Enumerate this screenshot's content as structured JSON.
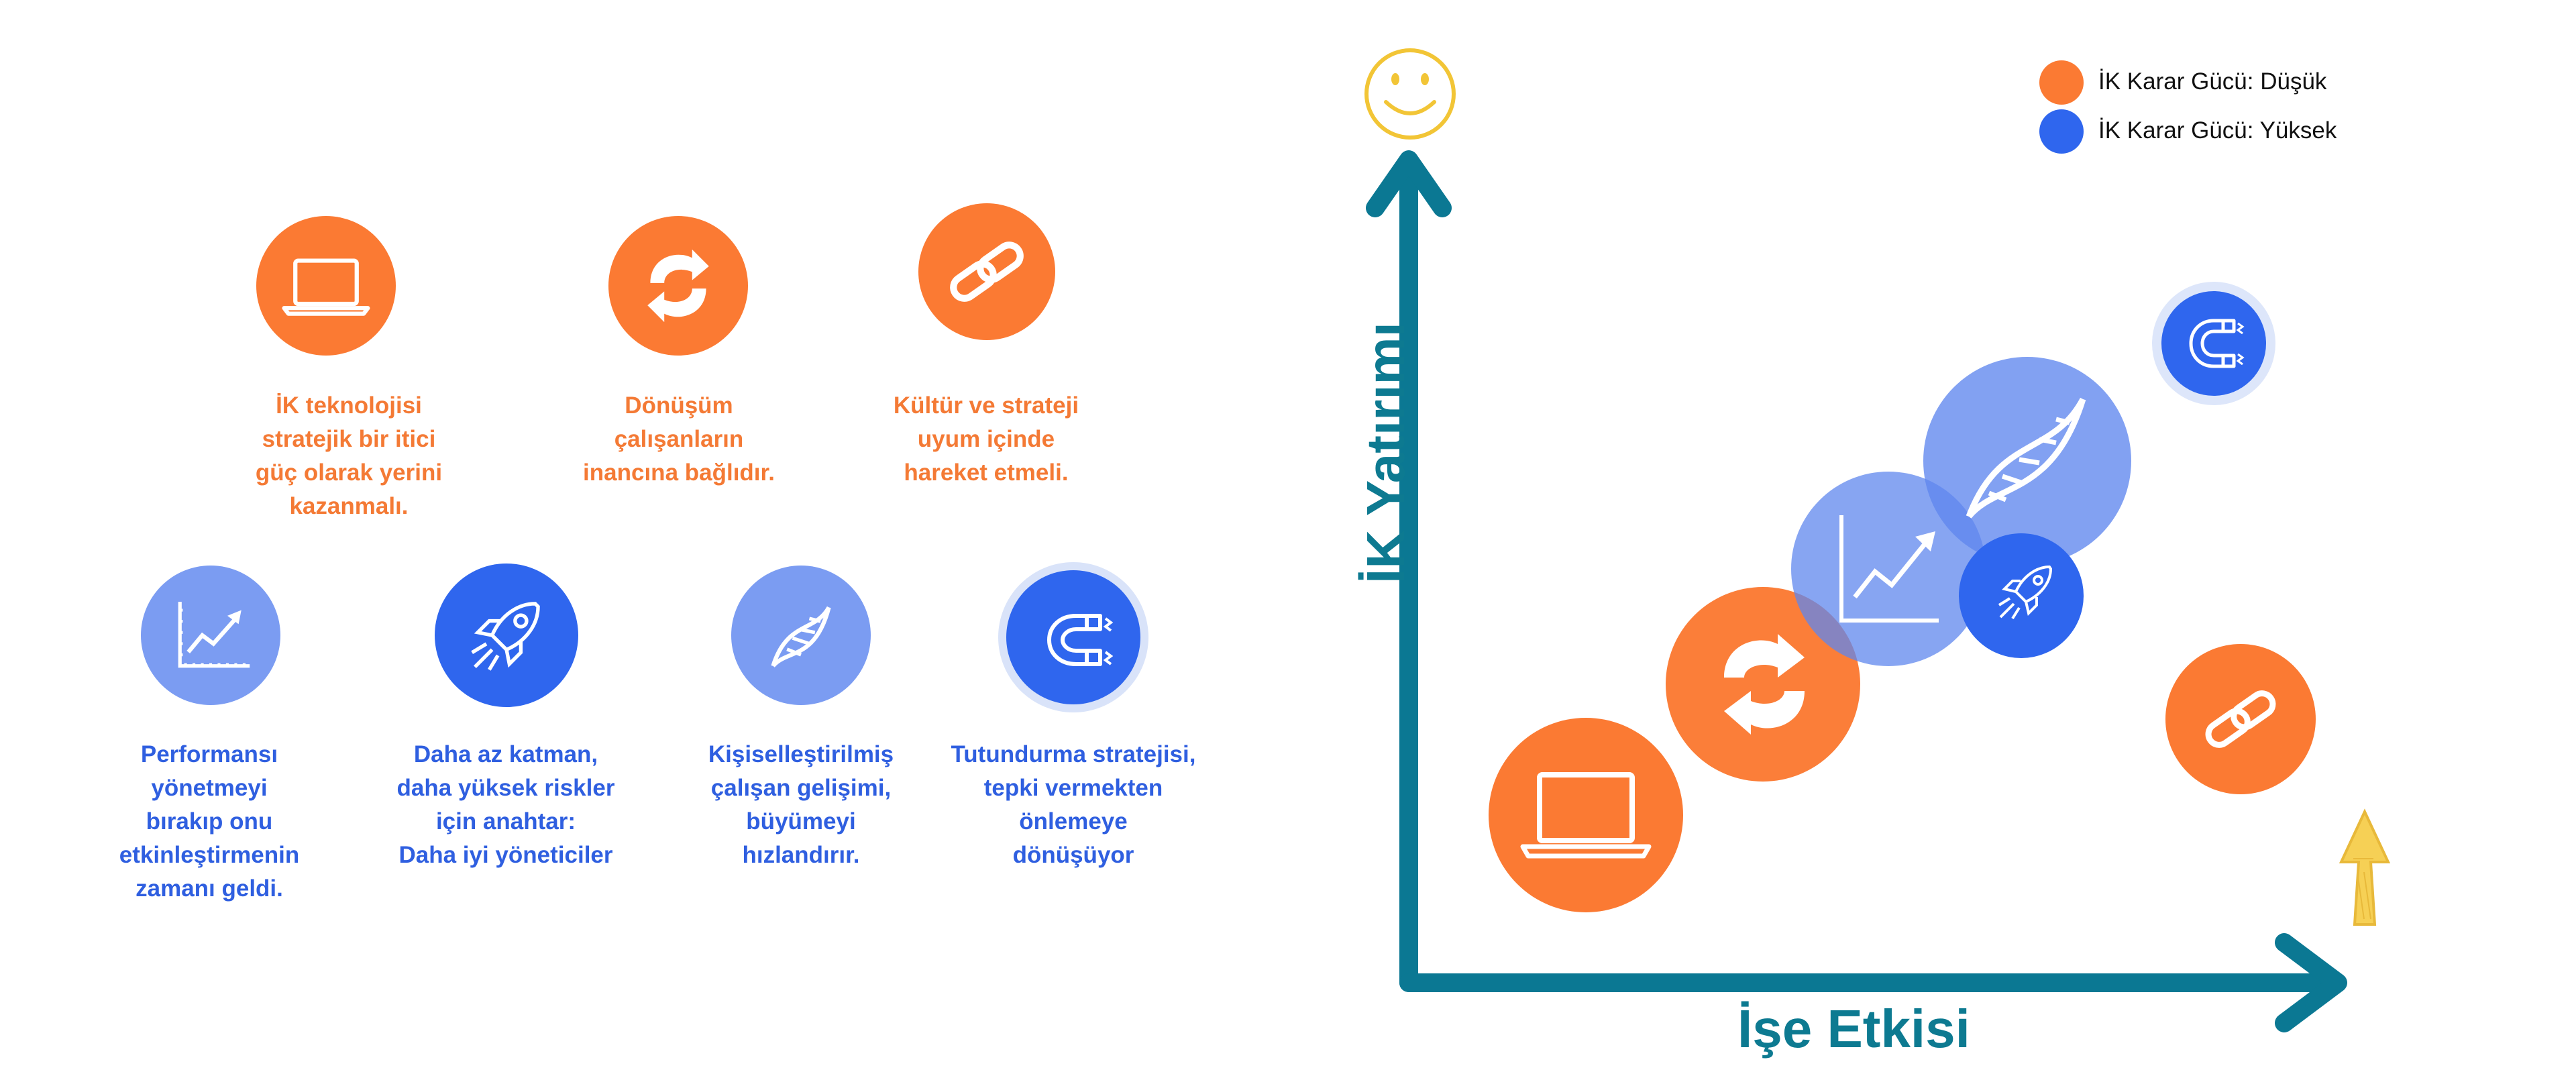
{
  "left_panel": {
    "items": [
      {
        "caption": "İK teknolojisi\nstratejik bir itici\ngüç olarak yerini\nkazanmalı.",
        "color": "#fb7a33",
        "icon": "laptop-icon"
      },
      {
        "caption": "Dönüşüm\nçalışanların\ninancına bağlıdır.",
        "color": "#fb7a33",
        "icon": "transform-icon"
      },
      {
        "caption": "Kültür ve strateji\nuyum içinde\nhareket etmeli.",
        "color": "#fb7a33",
        "icon": "link-icon"
      },
      {
        "caption": "Performansı\nyönetmeyi\nbırakıp onu\netkinleştirmenin\nzamanı geldi.",
        "color": "#7b9cf2",
        "icon": "chart-icon"
      },
      {
        "caption": "Daha az katman,\ndaha yüksek riskler\niçin anahtar:\nDaha iyi yöneticiler",
        "color": "#2f66ee",
        "icon": "rocket-icon"
      },
      {
        "caption": "Kişiselleştirilmiş\nçalışan gelişimi,\nbüyümeyi\nhızlandırır.",
        "color": "#7b9cf2",
        "icon": "dna-icon"
      },
      {
        "caption": "Tutundurma stratejisi,\ntepki vermekten\nönlemeye\ndönüşüyor",
        "color": "#2f66ee",
        "icon": "magnet-icon"
      }
    ]
  },
  "chart_data": {
    "type": "scatter",
    "xlabel": "İşe Etkisi",
    "ylabel": "İK Yatırımı",
    "legend": [
      {
        "label": "İK Karar Gücü: Düşük",
        "color": "#fb7a33"
      },
      {
        "label": "İK Karar Gücü: Yüksek",
        "color": "#2f66ee"
      }
    ],
    "legend_position": "top-right",
    "axis_color": "#0b7893",
    "top_icon": "smiley-icon",
    "corner_icon": "up-arrow-icon"
  }
}
